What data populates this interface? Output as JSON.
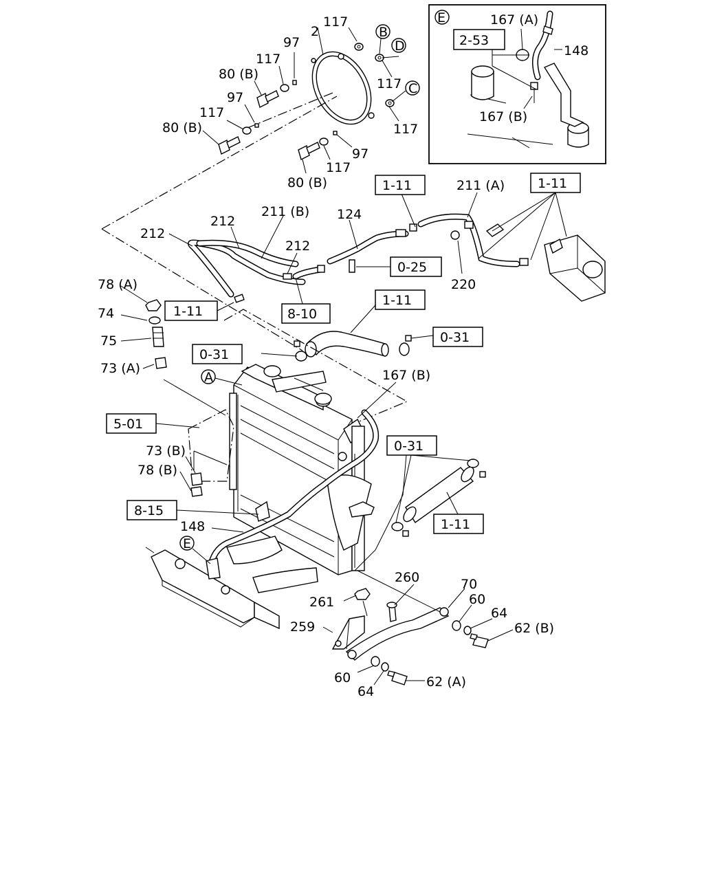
{
  "callouts": {
    "c117_top": "117",
    "c2": "2",
    "c97_a": "97",
    "c117_b": "117",
    "c80b_a": "80 (B)",
    "c97_b": "97",
    "c117_c": "117",
    "c80b_b": "80 (B)",
    "c117_d": "117",
    "c117_e": "117",
    "c97_c": "97",
    "c117_f": "117",
    "c80b_c": "80 (B)",
    "c212_a": "212",
    "c212_b": "212",
    "c211b": "211 (B)",
    "c212_c": "212",
    "c124": "124",
    "c211a": "211 (A)",
    "c220": "220",
    "c78a": "78 (A)",
    "c74": "74",
    "c75": "75",
    "c73a": "73 (A)",
    "c167b": "167 (B)",
    "c73b": "73 (B)",
    "c78b": "78 (B)",
    "c148": "148",
    "c261": "261",
    "c260": "260",
    "c70": "70",
    "c60_a": "60",
    "c64_a": "64",
    "c62b": "62 (B)",
    "c259": "259",
    "c60_b": "60",
    "c64_b": "64",
    "c62a": "62 (A)",
    "inset_167a": "167 (A)",
    "inset_148": "148",
    "inset_167b": "167 (B)"
  },
  "refs": {
    "r253": "2-53",
    "r111_a": "1-11",
    "r111_b": "1-11",
    "r025": "0-25",
    "r111_c": "1-11",
    "r810": "8-10",
    "r111_d": "1-11",
    "r031_a": "0-31",
    "r031_b": "0-31",
    "r501": "5-01",
    "r031_c": "0-31",
    "r815": "8-15",
    "r111_e": "1-11"
  },
  "circled": {
    "B": "B",
    "D": "D",
    "C": "C",
    "A": "A",
    "E_main": "E",
    "E_inset": "E"
  }
}
